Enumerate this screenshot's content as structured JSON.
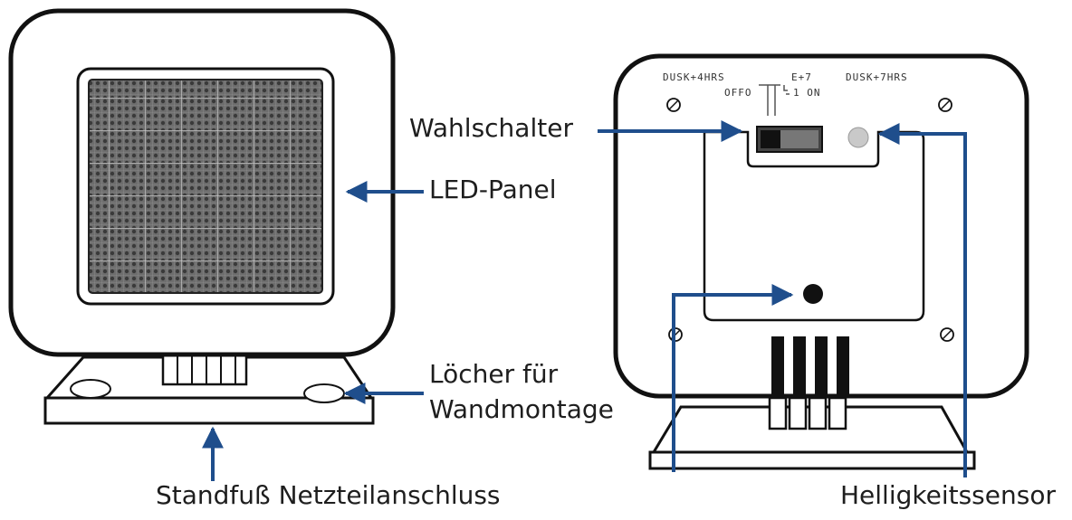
{
  "labels": {
    "led_panel": "LED-Panel",
    "selector_switch": "Wahlschalter",
    "mount_holes_line1": "Löcher für",
    "mount_holes_line2": "Wandmontage",
    "stand_power": "Standfuß Netzteilanschluss",
    "light_sensor": "Helligkeitssensor"
  },
  "switch_markings": {
    "left_top": "DUSK+4HRS",
    "center_top": "E+7",
    "center_bottom_left": "OFFO",
    "center_bottom_right": "1 ON",
    "right_top": "DUSK+7HRS"
  },
  "colors": {
    "arrow": "#1f4e8c",
    "outline": "#111111",
    "text": "#1e1e1e"
  }
}
